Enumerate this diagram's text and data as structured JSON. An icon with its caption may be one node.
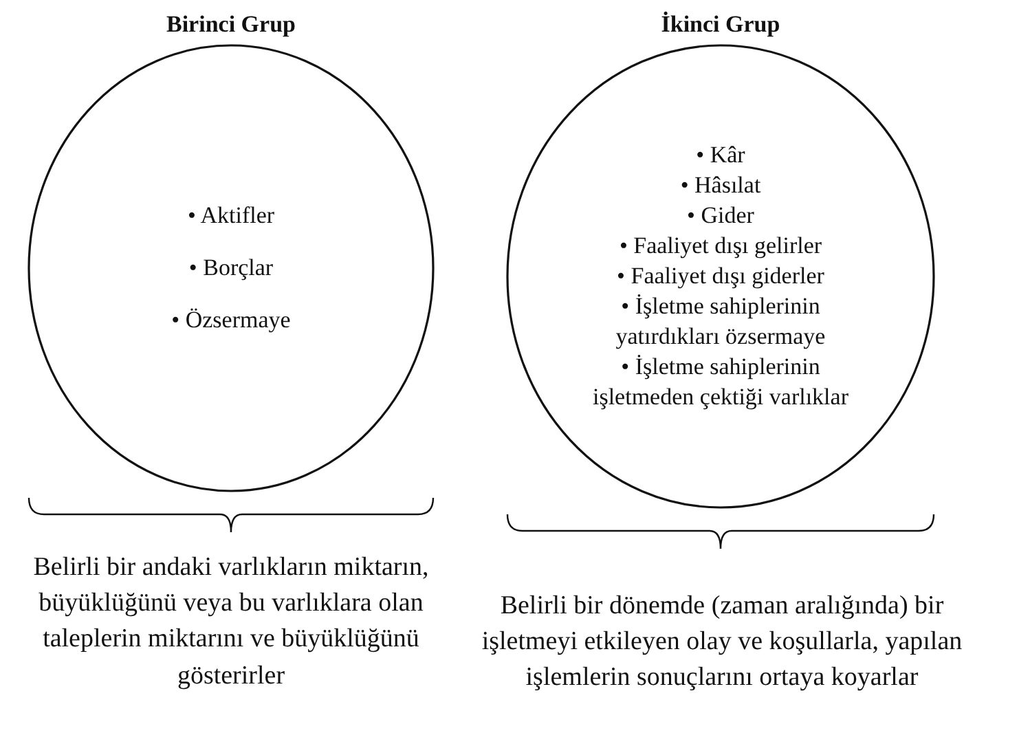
{
  "diagram": {
    "nodes": [
      {
        "text": [
          "Birinci Grup",
          "• Aktifler",
          "• Borçlar",
          "• Özsermaye"
        ],
        "beside": [
          "Belirli bir andaki varlıkların miktarın, büyüklüğünü veya bu varlıklara olan taleplerin miktarını ve büyüklüğünü gösterirler"
        ]
      },
      {
        "text": [
          "İkinci Grup",
          "• Kâr",
          "• Hâsılat",
          "• Gider",
          "• Faaliyet dışı gelirler",
          "• Faaliyet dışı giderler",
          "• İşletme sahiplerinin yatırdıkları özsermaye",
          "• İşletme sahiplerinin işletmeden çektiği varlıklar"
        ],
        "beside": [
          "Belirli bir dönemde (zaman aralığında) bir işletmeyi etkileyen olay ve koşullarla, yapılan işlemlerin sonuçlarını ortaya koyarlar"
        ]
      }
    ]
  }
}
